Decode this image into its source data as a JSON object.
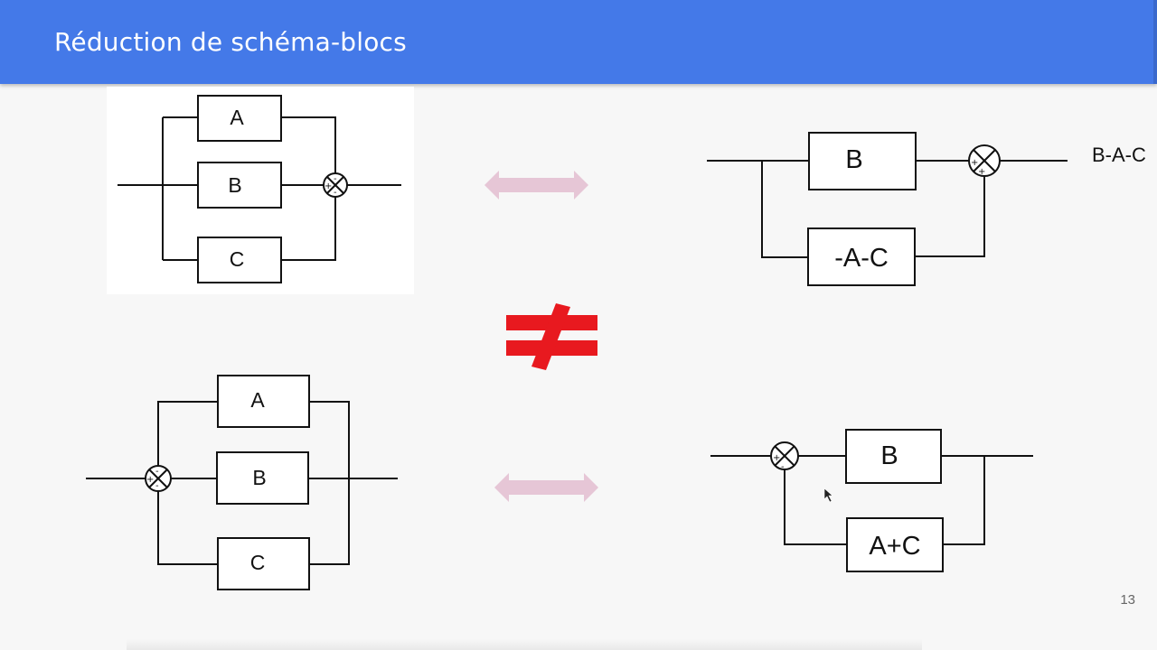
{
  "header": {
    "title": "Réduction de schéma-blocs"
  },
  "page": {
    "number": "13"
  },
  "diagrams": {
    "top_left": {
      "blocks": [
        "A",
        "B",
        "C"
      ],
      "sum_signs": [
        "+",
        "-",
        "-"
      ]
    },
    "top_right": {
      "blocks": [
        "B",
        "-A-C"
      ],
      "sum_signs": [
        "+",
        "+"
      ],
      "output_label": "B-A-C"
    },
    "bottom_left": {
      "blocks": [
        "A",
        "B",
        "C"
      ],
      "sum_signs": [
        "+",
        "-",
        "-"
      ]
    },
    "bottom_right": {
      "blocks": [
        "B",
        "A+C"
      ],
      "sum_signs": [
        "+",
        "-"
      ]
    }
  },
  "symbols": {
    "equivalence_arrow_color": "#e6c6d6",
    "not_equal_color": "#e8191f"
  },
  "colors": {
    "header": "#4479e8",
    "background": "#f7f7f7"
  }
}
